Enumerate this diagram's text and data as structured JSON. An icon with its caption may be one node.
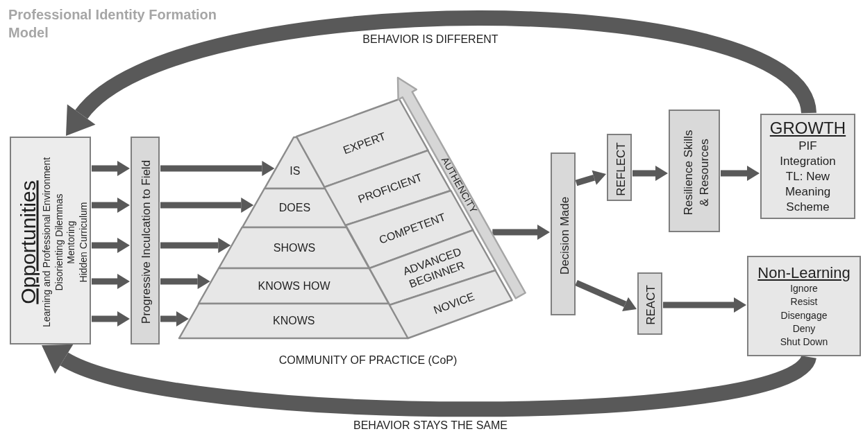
{
  "diagram": {
    "title": "Professional Identity Formation Model",
    "nodes": [
      {
        "text": [
          "Opportunities",
          "Learning and Professional Environment",
          "Disorienting Dilemmas",
          "Mentoring",
          "Hidden Curriculum"
        ]
      },
      {
        "text": [
          "Progressive Inculcation to Field"
        ]
      },
      {
        "text": [
          "IS"
        ]
      },
      {
        "text": [
          "DOES"
        ]
      },
      {
        "text": [
          "SHOWS"
        ]
      },
      {
        "text": [
          "KNOWS HOW"
        ]
      },
      {
        "text": [
          "KNOWS"
        ]
      },
      {
        "text": [
          "EXPERT"
        ]
      },
      {
        "text": [
          "PROFICIENT"
        ]
      },
      {
        "text": [
          "COMPETENT"
        ]
      },
      {
        "text": [
          "ADVANCED BEGINNER"
        ]
      },
      {
        "text": [
          "NOVICE"
        ]
      },
      {
        "text": [
          "AUTHENCITY"
        ]
      },
      {
        "text": [
          "Decision Made"
        ]
      },
      {
        "text": [
          "REFLECT"
        ]
      },
      {
        "text": [
          "Resilience Skills & Resources"
        ]
      },
      {
        "text": [
          "GROWTH",
          "PIF",
          "Integration",
          "TL: New Meaning Scheme"
        ]
      },
      {
        "text": [
          "REACT"
        ]
      },
      {
        "text": [
          "Non-Learning",
          "Ignore",
          "Resist",
          "Disengage",
          "Deny",
          "Shut Down"
        ]
      }
    ],
    "edges": [
      {
        "from": 0,
        "to": 1,
        "arrow": "to"
      },
      {
        "from": 0,
        "to": 1,
        "arrow": "to"
      },
      {
        "from": 0,
        "to": 1,
        "arrow": "to"
      },
      {
        "from": 0,
        "to": 1,
        "arrow": "to"
      },
      {
        "from": 0,
        "to": 1,
        "arrow": "to"
      },
      {
        "from": 1,
        "to": 2,
        "arrow": "to"
      },
      {
        "from": 1,
        "to": 3,
        "arrow": "to"
      },
      {
        "from": 1,
        "to": 4,
        "arrow": "to"
      },
      {
        "from": 1,
        "to": 5,
        "arrow": "to"
      },
      {
        "from": 1,
        "to": 6,
        "arrow": "to"
      },
      {
        "from": 12,
        "to": 13,
        "arrow": "to"
      },
      {
        "from": 13,
        "to": 14,
        "arrow": "to"
      },
      {
        "from": 13,
        "to": 17,
        "arrow": "to"
      },
      {
        "from": 14,
        "to": 15,
        "arrow": "to"
      },
      {
        "from": 15,
        "to": 16,
        "arrow": "to"
      },
      {
        "from": 17,
        "to": 18,
        "arrow": "to"
      },
      {
        "from": 16,
        "to": 0,
        "arrow": "to",
        "label": "BEHAVIOR IS DIFFERENT",
        "style": "thick"
      },
      {
        "from": 18,
        "to": 0,
        "arrow": "to",
        "label": "BEHAVIOR STAYS THE SAME",
        "style": "thick"
      }
    ],
    "labels": [
      "COMMUNITY OF PRACTICE (CoP)"
    ]
  }
}
